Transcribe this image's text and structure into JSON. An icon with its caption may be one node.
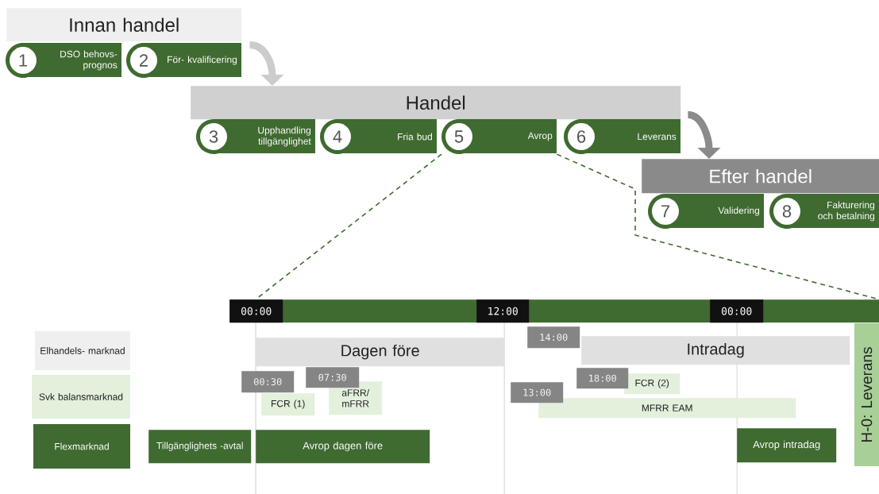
{
  "diagram": {
    "nodes": [
      {
        "text": [
          "Innan handel"
        ]
      },
      {
        "text": [
          "1",
          "DSO behovs- prognos"
        ]
      },
      {
        "text": [
          "2",
          "För- kvalificering"
        ]
      },
      {
        "text": [
          "Handel"
        ]
      },
      {
        "text": [
          "3",
          "Upphandling tillgänglighet"
        ]
      },
      {
        "text": [
          "4",
          "Fria bud"
        ]
      },
      {
        "text": [
          "5",
          "Avrop"
        ]
      },
      {
        "text": [
          "6",
          "Leverans"
        ]
      },
      {
        "text": [
          "Efter handel"
        ]
      },
      {
        "text": [
          "7",
          "Validering"
        ]
      },
      {
        "text": [
          "8",
          "Fakturering och betalning"
        ]
      },
      {
        "text": [],
        "shape": "bar"
      },
      {
        "text": [
          "Tillgänglighets -avtal"
        ]
      },
      {
        "text": [
          "Dagen före"
        ]
      },
      {
        "text": [
          "Intradag"
        ],
        "beside": [
          "14:00"
        ]
      },
      {
        "text": [
          "FCR (1)"
        ],
        "beside": [
          "00:30"
        ]
      },
      {
        "text": [
          "aFRR/ mFRR"
        ],
        "beside": [
          "07:30"
        ]
      },
      {
        "text": [
          "FCR (2)"
        ],
        "beside": [
          "18:00"
        ]
      },
      {
        "text": [
          "MFRR EAM"
        ],
        "beside": [
          "13:00"
        ]
      },
      {
        "text": [
          "Avrop dagen före"
        ]
      },
      {
        "text": [
          "Avrop intradag"
        ]
      },
      {
        "text": [
          "H-0: Leverans"
        ]
      }
    ],
    "edges": [
      {
        "from": 0,
        "to": 3,
        "arrow": "to",
        "style": "thick",
        "color": "#cccccc"
      },
      {
        "from": 3,
        "to": 8,
        "arrow": "to",
        "style": "thick",
        "color": "#8a8a8a"
      },
      {
        "from": 6,
        "to": 11,
        "arrow": "none",
        "style": "dashed",
        "color": "#3f6a30"
      },
      {
        "from": 6,
        "to": 11,
        "arrow": "none",
        "style": "dashed",
        "color": "#3f6a30"
      }
    ],
    "labels": [
      "00:00",
      "12:00",
      "00:00"
    ],
    "legend": [
      {
        "text": "Elhandels- marknad",
        "color": "#efefef"
      },
      {
        "text": "Svk balansmarknad",
        "color": "#e2f0dc"
      },
      {
        "text": "Flexmarknad",
        "color": "#3f6a30"
      }
    ]
  }
}
